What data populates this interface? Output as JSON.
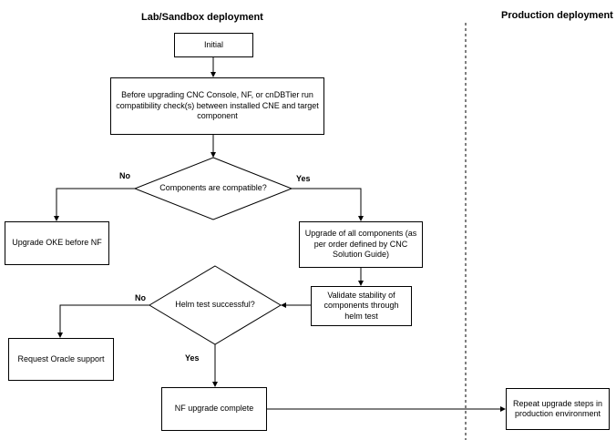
{
  "headers": {
    "lab": "Lab/Sandbox deployment",
    "production": "Production deployment"
  },
  "nodes": {
    "initial": "Initial",
    "compat_check": "Before upgrading CNC Console, NF, or cnDBTier run compatibility check(s) between installed CNE and target component",
    "compatible_decision": "Components are compatible?",
    "upgrade_oke": "Upgrade OKE before NF",
    "upgrade_all": "Upgrade of all components (as per order defined by CNC Solution Guide)",
    "validate": "Validate stability of components through helm test",
    "helm_decision": "Helm test successful?",
    "oracle_support": "Request Oracle support",
    "nf_complete": "NF upgrade complete",
    "repeat_prod": "Repeat upgrade steps in production environment"
  },
  "edge_labels": {
    "compat_no": "No",
    "compat_yes": "Yes",
    "helm_no": "No",
    "helm_yes": "Yes"
  }
}
